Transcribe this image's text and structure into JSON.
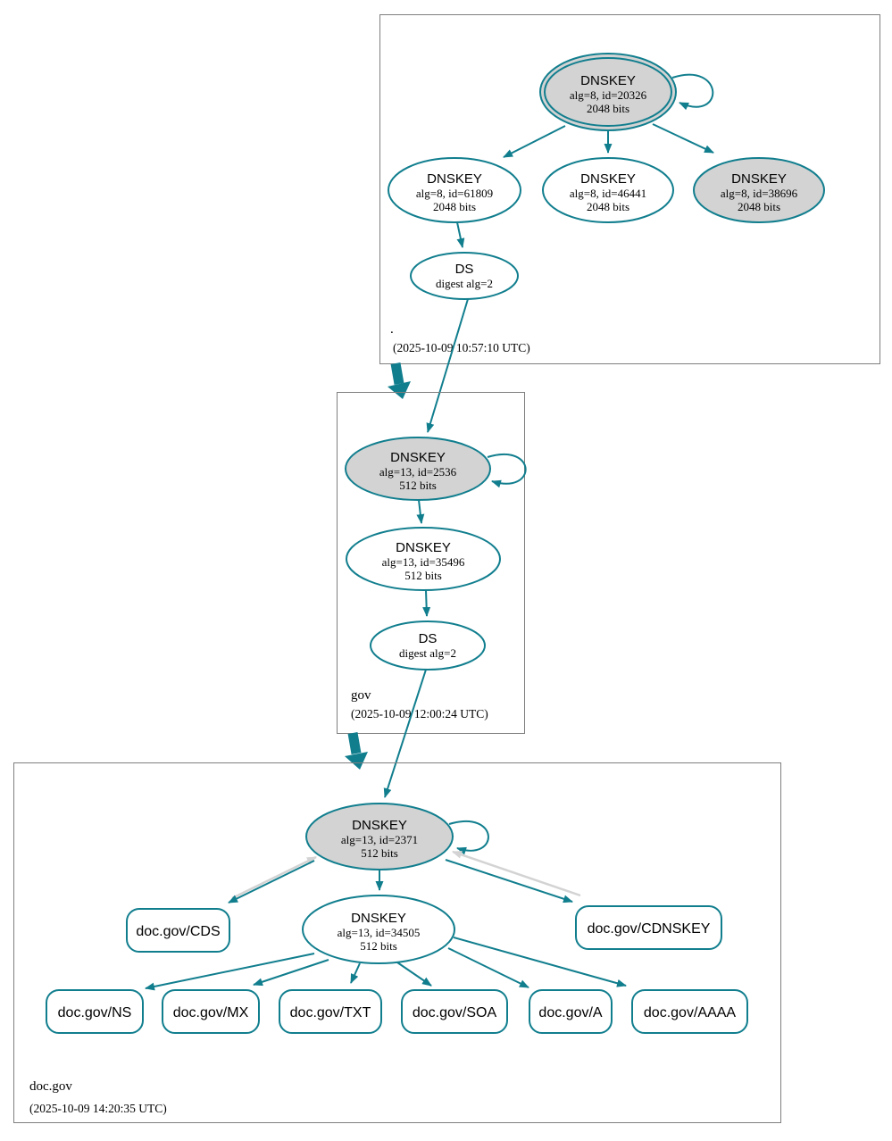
{
  "colors": {
    "edge_secure_teal": "#117e8e",
    "edge_replaced_gray": "#d3d3d3",
    "node_fill_signing_key": "#d3d3d3",
    "node_fill_default": "#ffffff",
    "zone_box_border": "#7f7f7f",
    "text": "#000000"
  },
  "zones": [
    {
      "label": ".",
      "timestamp": "(2025-10-09 10:57:10 UTC)",
      "nodes": [
        {
          "title": "DNSKEY",
          "detail1": "alg=8, id=20326",
          "detail2": "2048 bits"
        },
        {
          "title": "DNSKEY",
          "detail1": "alg=8, id=61809",
          "detail2": "2048 bits"
        },
        {
          "title": "DNSKEY",
          "detail1": "alg=8, id=46441",
          "detail2": "2048 bits"
        },
        {
          "title": "DNSKEY",
          "detail1": "alg=8, id=38696",
          "detail2": "2048 bits"
        },
        {
          "title": "DS",
          "detail1": "digest alg=2"
        }
      ]
    },
    {
      "label": "gov",
      "timestamp": "(2025-10-09 12:00:24 UTC)",
      "nodes": [
        {
          "title": "DNSKEY",
          "detail1": "alg=13, id=2536",
          "detail2": "512 bits"
        },
        {
          "title": "DNSKEY",
          "detail1": "alg=13, id=35496",
          "detail2": "512 bits"
        },
        {
          "title": "DS",
          "detail1": "digest alg=2"
        }
      ]
    },
    {
      "label": "doc.gov",
      "timestamp": "(2025-10-09 14:20:35 UTC)",
      "nodes": [
        {
          "title": "DNSKEY",
          "detail1": "alg=13, id=2371",
          "detail2": "512 bits"
        },
        {
          "title": "DNSKEY",
          "detail1": "alg=13, id=34505",
          "detail2": "512 bits"
        }
      ],
      "rrsets": [
        "doc.gov/CDS",
        "doc.gov/CDNSKEY",
        "doc.gov/NS",
        "doc.gov/MX",
        "doc.gov/TXT",
        "doc.gov/SOA",
        "doc.gov/A",
        "doc.gov/AAAA"
      ]
    }
  ]
}
